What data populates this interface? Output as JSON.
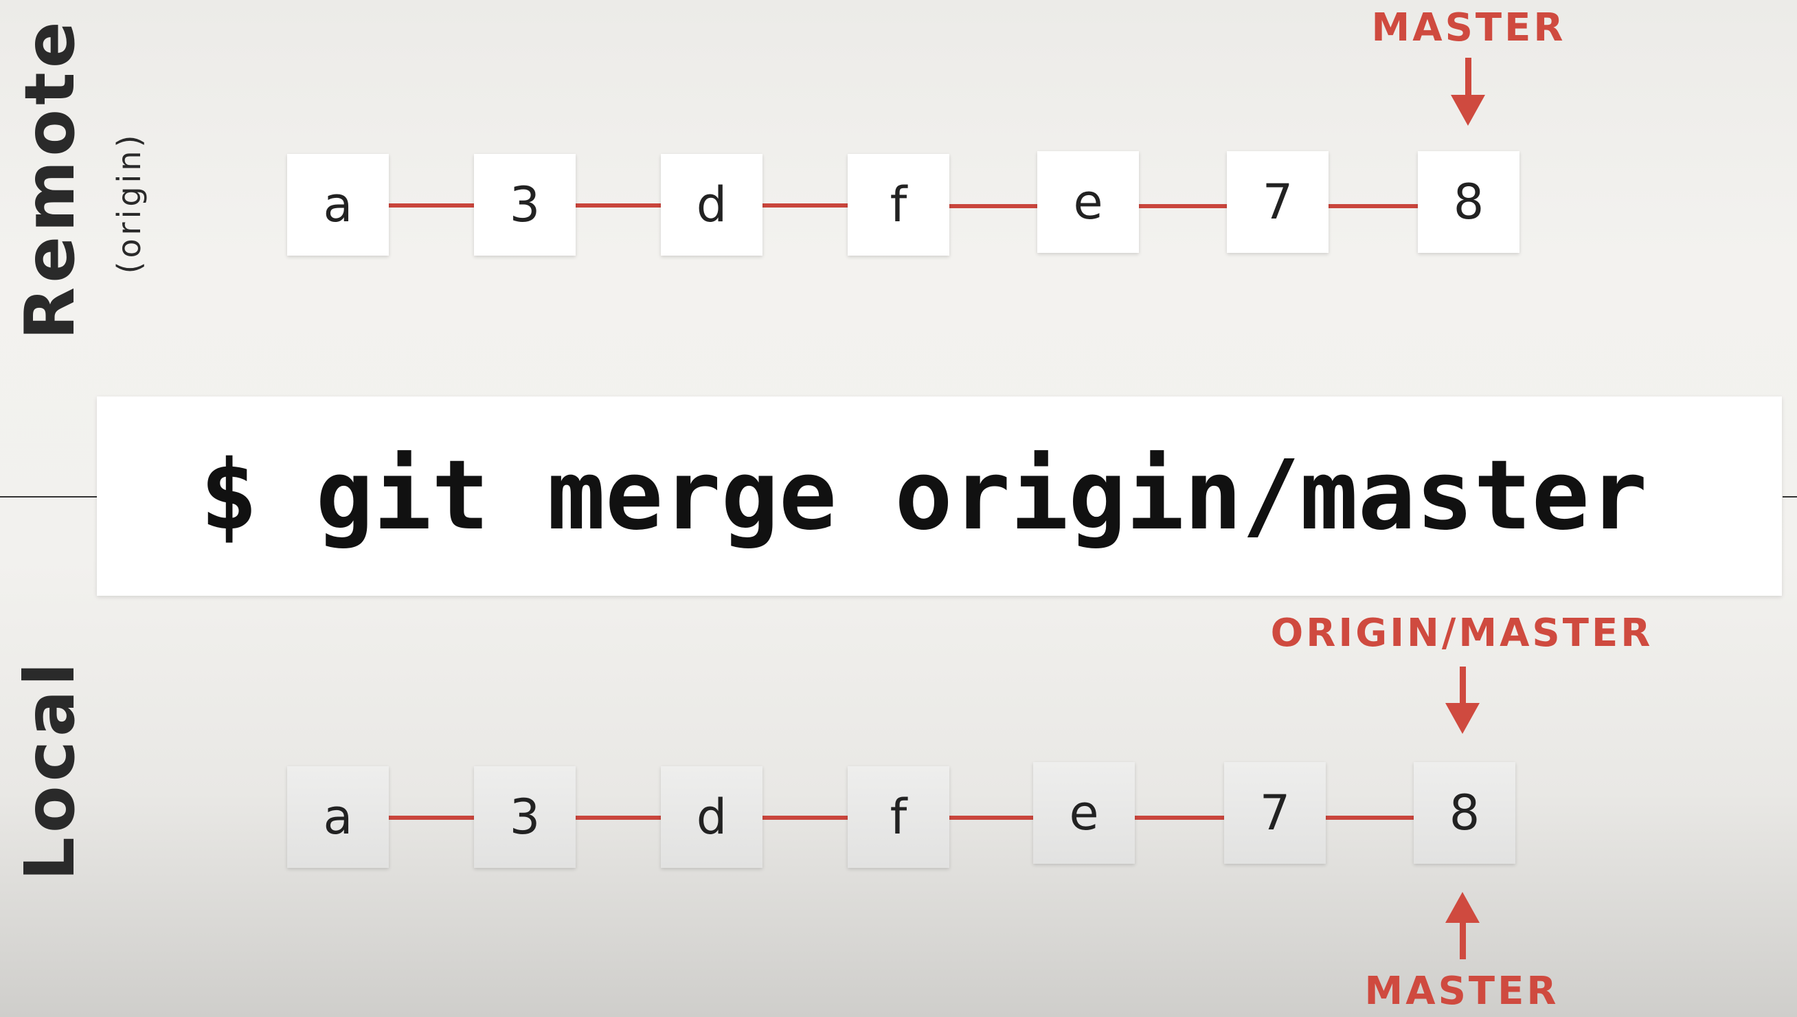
{
  "labels": {
    "remote": "Remote",
    "remote_sub": "(origin)",
    "local": "Local"
  },
  "command": "$ git merge origin/master",
  "remote_commits": [
    "a",
    "3",
    "d",
    "f",
    "e",
    "7",
    "8"
  ],
  "local_commits": [
    "a",
    "3",
    "d",
    "f",
    "e",
    "7",
    "8"
  ],
  "refs": {
    "remote_master": "MASTER",
    "local_origin_master": "ORIGIN/MASTER",
    "local_master": "MASTER"
  },
  "colors": {
    "accent": "#cf4a3f",
    "edge": "#c9453c",
    "node_text": "#222222"
  }
}
